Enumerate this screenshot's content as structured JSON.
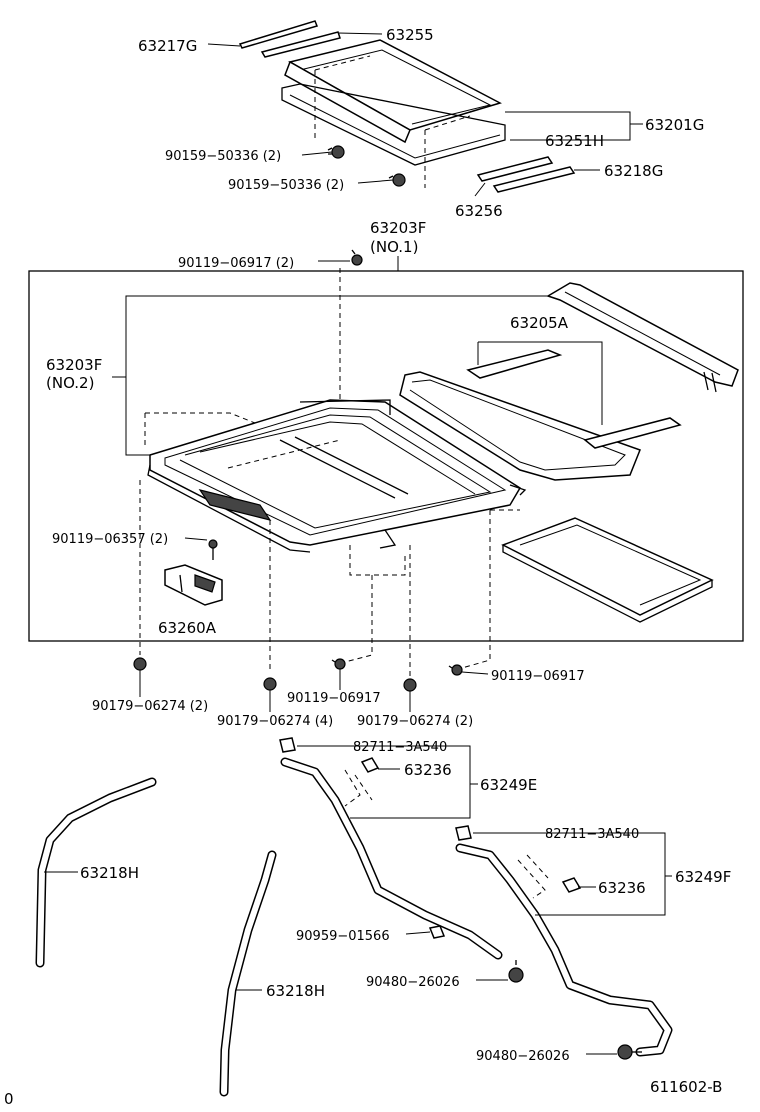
{
  "labels": {
    "p63217G": "63217G",
    "p63255": "63255",
    "p63201G": "63201G",
    "p63251H": "63251H",
    "p90159_a": "90159−50336 (2)",
    "p90159_b": "90159−50336 (2)",
    "p63218G": "63218G",
    "p63256": "63256",
    "p63203F_1": "63203F",
    "p63203F_1_sub": "(NO.1)",
    "p90119_06917_top": "90119−06917 (2)",
    "p63205A": "63205A",
    "p63203F_2": "63203F",
    "p63203F_2_sub": "(NO.2)",
    "p90119_06357": "90119−06357 (2)",
    "p63260A": "63260A",
    "p90119_06917_mid": "90119−06917",
    "p90119_06917_right": "90119−06917",
    "p90179_a": "90179−06274 (2)",
    "p90179_b": "90179−06274 (4)",
    "p90179_c": "90179−06274 (2)",
    "p82711_a": "82711−3A540",
    "p63236_a": "63236",
    "p63249E": "63249E",
    "p82711_b": "82711−3A540",
    "p63236_b": "63236",
    "p63249F": "63249F",
    "p63218H_a": "63218H",
    "p63218H_b": "63218H",
    "p90959": "90959−01566",
    "p90480_a": "90480−26026",
    "p90480_b": "90480−26026",
    "diagram_code": "611602-B",
    "corner_mark": "0"
  }
}
